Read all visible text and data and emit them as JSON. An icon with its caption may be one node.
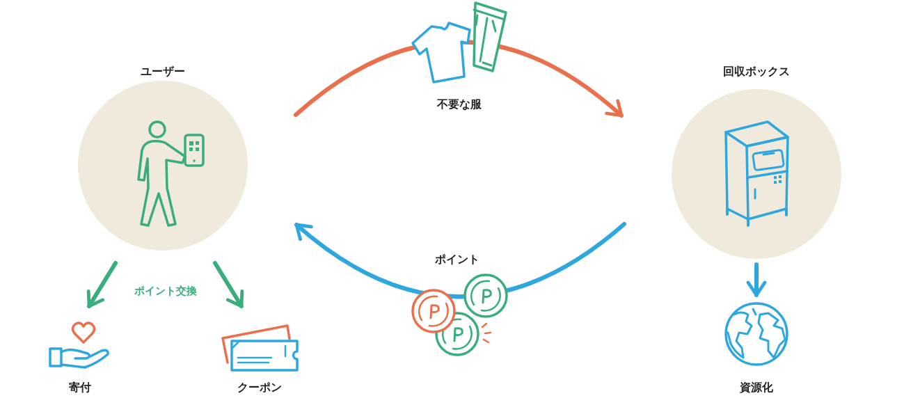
{
  "diagram": {
    "nodes": [
      {
        "text": [
          "ユーザー"
        ]
      },
      {
        "text": [
          "回収ボックス"
        ]
      },
      {
        "text": [
          "寄付"
        ]
      },
      {
        "text": [
          "クーポン"
        ]
      },
      {
        "text": [
          "資源化"
        ]
      }
    ],
    "edges": [
      {
        "from": 0,
        "to": 1,
        "arrow": "to",
        "label": "不要な服",
        "color": "#ea6f4c"
      },
      {
        "from": 1,
        "to": 0,
        "arrow": "to",
        "label": "ポイント",
        "color": "#2ea7df"
      },
      {
        "from": 0,
        "to": 2,
        "arrow": "to",
        "color": "#3aad7d"
      },
      {
        "from": 0,
        "to": 3,
        "arrow": "to",
        "color": "#3aad7d"
      },
      {
        "from": 1,
        "to": 4,
        "arrow": "to",
        "color": "#2ea7df"
      }
    ],
    "labels": [
      "ポイント交換"
    ]
  }
}
